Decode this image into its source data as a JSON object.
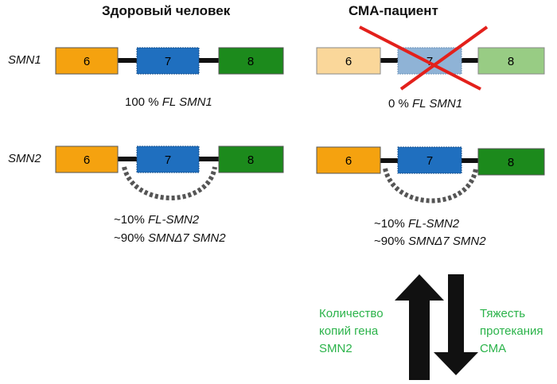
{
  "titles": {
    "left": "Здоровый человек",
    "right": "СМА-пациент"
  },
  "rows": {
    "smn1": "SMN1",
    "smn2": "SMN2"
  },
  "exons": {
    "e6": "6",
    "e7": "7",
    "e8": "8"
  },
  "captions": {
    "healthy_smn1": {
      "pct": "100 % ",
      "gene": "FL SMN1"
    },
    "sma_smn1": {
      "pct": "0 % ",
      "gene": "FL SMN1"
    },
    "healthy_smn2_l1": {
      "pct": "~10% ",
      "gene": "FL-SMN2"
    },
    "healthy_smn2_l2": {
      "pct": "~90% ",
      "gene": "SMNΔ7 SMN2"
    },
    "sma_smn2_l1": {
      "pct": "~10% ",
      "gene": "FL-SMN2"
    },
    "sma_smn2_l2": {
      "pct": "~90% ",
      "gene": "SMNΔ7 SMN2"
    }
  },
  "arrows": {
    "up_label": [
      "Количество",
      "копий гена",
      "SMN2"
    ],
    "down_label": [
      "Тяжесть",
      "протекания",
      "СМА"
    ]
  },
  "colors": {
    "exon6": "#f5a20f",
    "exon7": "#1f6fbf",
    "exon8": "#1c8a1c",
    "exon6_faded": "#fad79a",
    "exon7_faded": "#8fb3d6",
    "exon8_faded": "#98cc84",
    "cross": "#e3201b",
    "green_text": "#2bb34a"
  }
}
